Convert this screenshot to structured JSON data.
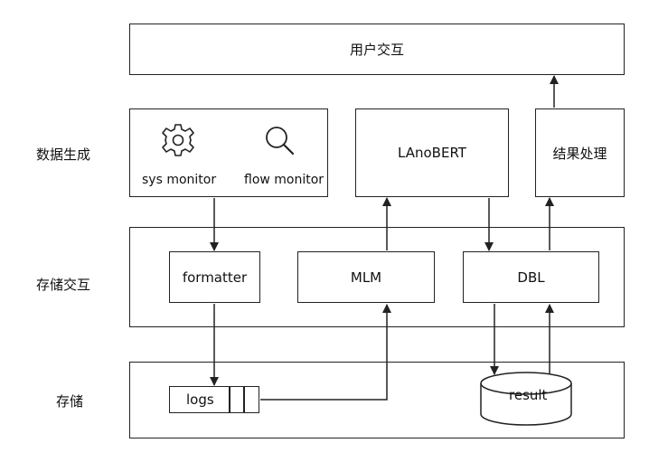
{
  "layers": {
    "data_gen": "数据生成",
    "storage_interaction": "存储交互",
    "storage": "存储"
  },
  "boxes": {
    "user_interaction": "用户交互",
    "lanobert": "LAnoBERT",
    "result_processing": "结果处理",
    "formatter": "formatter",
    "mlm": "MLM",
    "dbl": "DBL",
    "logs": "logs",
    "result": "result"
  },
  "monitors": {
    "sys": "sys monitor",
    "flow": "flow monitor"
  },
  "colors": {
    "stroke": "#222222",
    "background": "#ffffff"
  },
  "icons": [
    "gear-icon",
    "search-icon"
  ]
}
